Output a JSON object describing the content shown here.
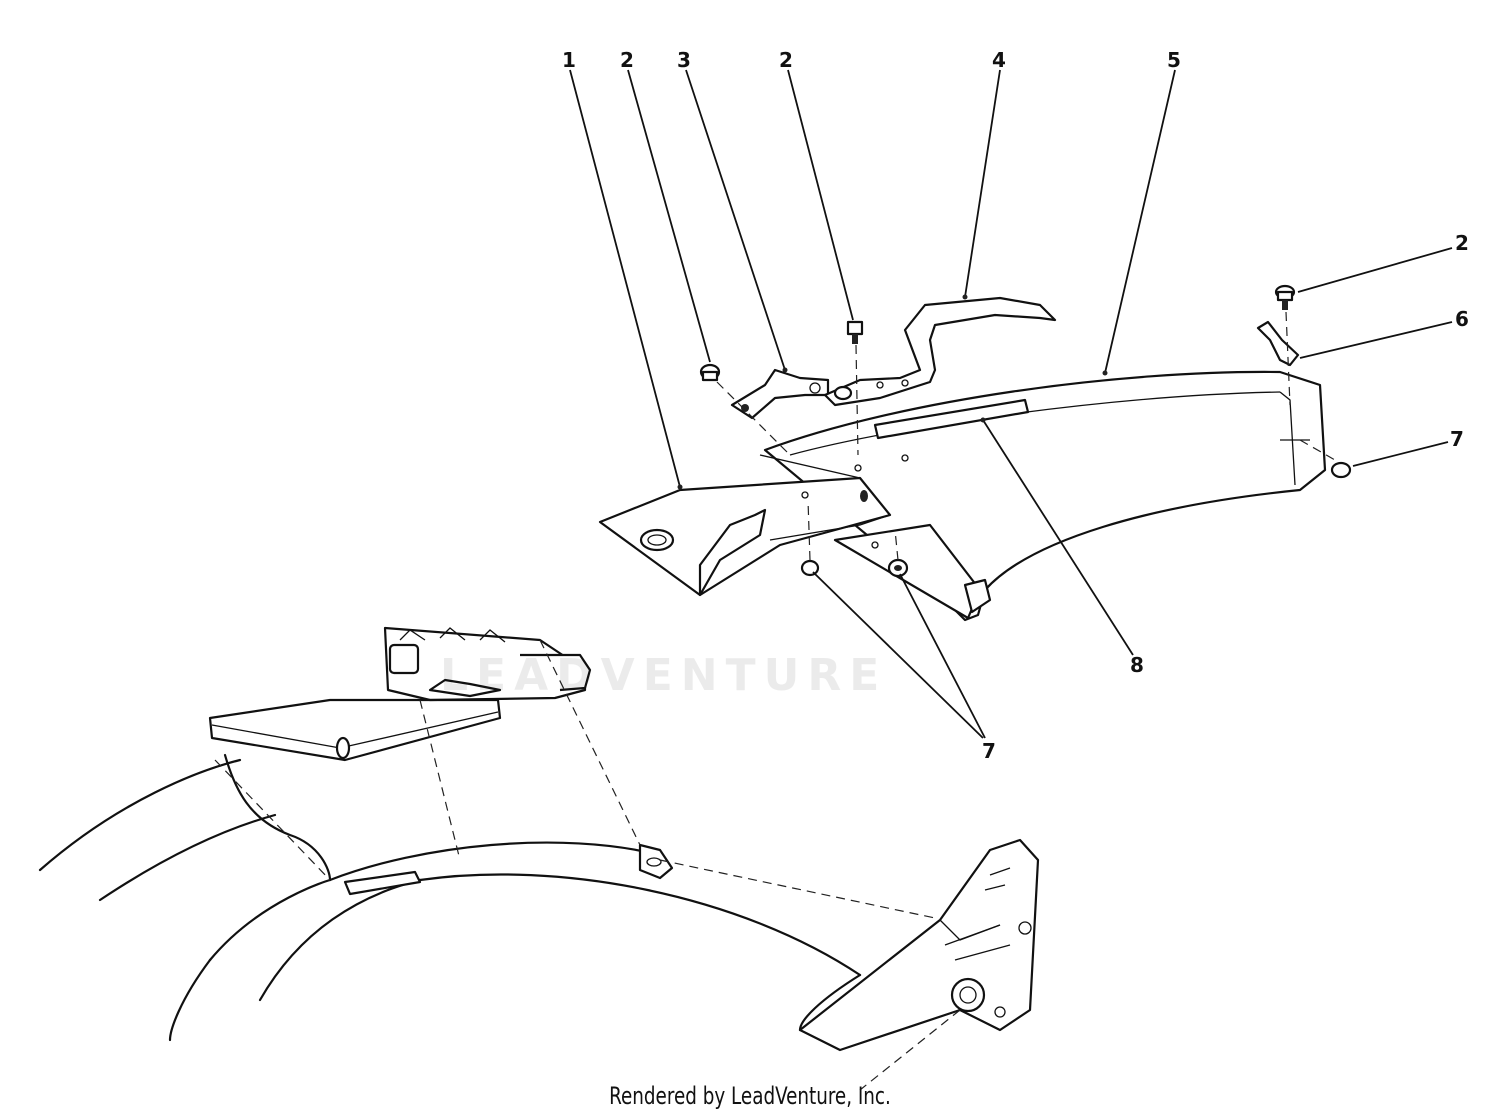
{
  "diagram": {
    "callouts": [
      {
        "id": "c1",
        "label": "1"
      },
      {
        "id": "c2a",
        "label": "2"
      },
      {
        "id": "c3",
        "label": "3"
      },
      {
        "id": "c2b",
        "label": "2"
      },
      {
        "id": "c4",
        "label": "4"
      },
      {
        "id": "c5",
        "label": "5"
      },
      {
        "id": "c2c",
        "label": "2"
      },
      {
        "id": "c6",
        "label": "6"
      },
      {
        "id": "c7a",
        "label": "7"
      },
      {
        "id": "c8",
        "label": "8"
      },
      {
        "id": "c7b",
        "label": "7"
      }
    ]
  },
  "watermark": "LEADVENTURE",
  "footer": {
    "text": "Rendered by LeadVenture, Inc."
  }
}
